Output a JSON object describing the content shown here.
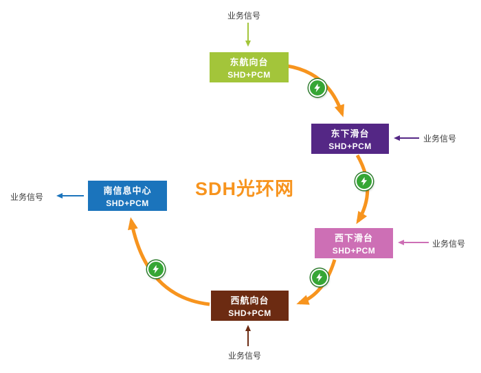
{
  "title": "SDH光环网",
  "colors": {
    "ring": "#f7941e",
    "relay_fill": "#36a635",
    "relay_outline": "#2b7a2b",
    "background": "#ffffff"
  },
  "nodes": [
    {
      "name": "东航向台",
      "sub": "SHD+PCM",
      "color": "#a3c53a"
    },
    {
      "name": "东下滑台",
      "sub": "SHD+PCM",
      "color": "#542785"
    },
    {
      "name": "西下滑台",
      "sub": "SHD+PCM",
      "color": "#cd6fb5"
    },
    {
      "name": "西航向台",
      "sub": "SHD+PCM",
      "color": "#6c2b12"
    },
    {
      "name": "南信息中心",
      "sub": "SHD+PCM",
      "color": "#1b74bc"
    }
  ],
  "signals": [
    {
      "text": "业务信号",
      "color": "#a3c53a",
      "direction": "into-east-localizer-down"
    },
    {
      "text": "业务信号",
      "color": "#542785",
      "direction": "into-east-glideslope-left"
    },
    {
      "text": "业务信号",
      "color": "#cd6fb5",
      "direction": "into-west-glideslope-left"
    },
    {
      "text": "业务信号",
      "color": "#6c2b12",
      "direction": "into-west-localizer-up"
    },
    {
      "text": "业务信号",
      "color": "#1b74bc",
      "direction": "out-of-south-info-center-left"
    }
  ],
  "ring_flow": [
    "东航向台",
    "东下滑台",
    "西下滑台",
    "西航向台",
    "南信息中心"
  ]
}
